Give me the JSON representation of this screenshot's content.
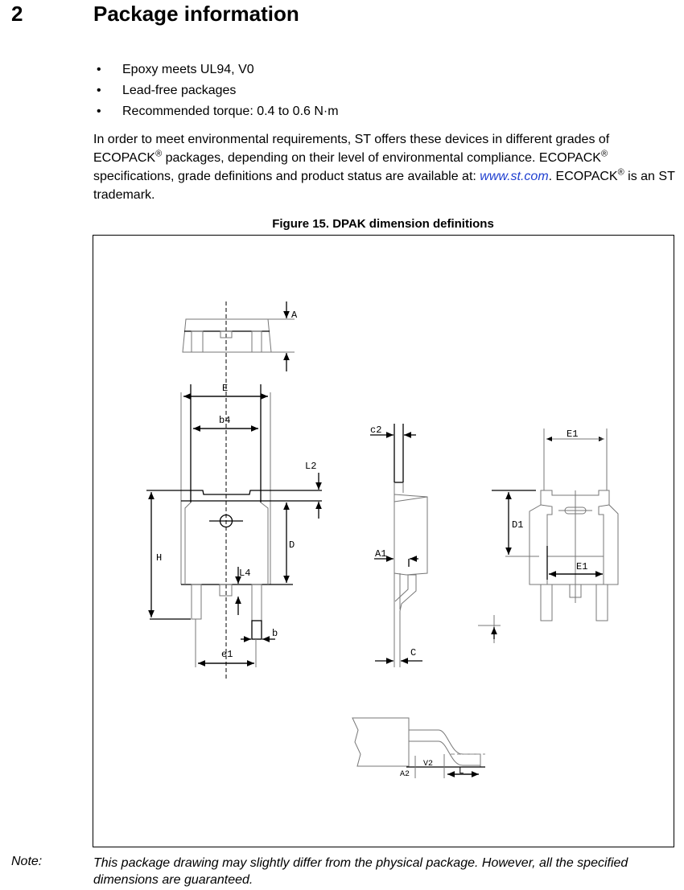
{
  "section": {
    "number": "2",
    "title": "Package information"
  },
  "bullets": [
    "Epoxy meets UL94, V0",
    "Lead-free packages",
    "Recommended torque: 0.4 to 0.6 N·m"
  ],
  "bullet_glyph": "•",
  "paragraph": {
    "part1": "In order to meet environmental requirements, ST offers these devices in different grades of ECOPACK",
    "reg": "®",
    "part2": " packages, depending on their level of environmental compliance. ECOPACK",
    "part3": " specifications, grade definitions and product status are available at: ",
    "link": "www.st.com",
    "part4": ". ECOPACK",
    "part5": " is an ST trademark."
  },
  "figure": {
    "caption": "Figure 15. DPAK dimension definitions",
    "labels": {
      "A": "A",
      "E": "E",
      "b4": "b4",
      "L2": "L2",
      "H": "H",
      "D": "D",
      "L4": "L4",
      "b": "b",
      "e1": "e1",
      "c2": "c2",
      "A1": "A1",
      "c": "C",
      "E1_top": "E1",
      "D1": "D1",
      "E1_bottom": "E1",
      "A2": "A2",
      "V2": "V2",
      "L": "L"
    }
  },
  "note": {
    "label": "Note:",
    "text": "This package drawing may slightly differ from the physical package. However, all the specified dimensions are guaranteed."
  }
}
